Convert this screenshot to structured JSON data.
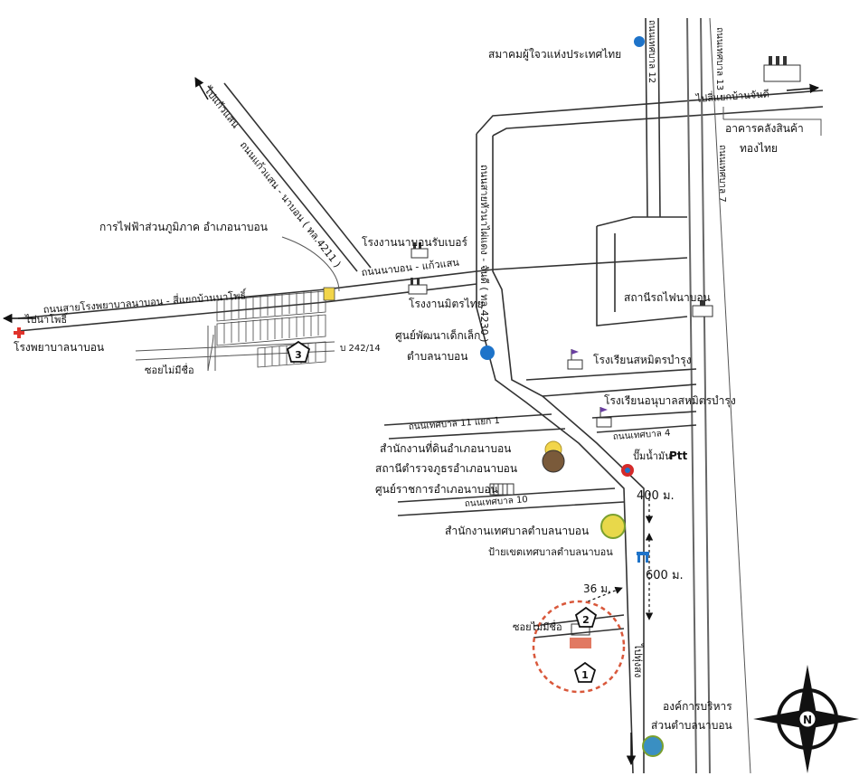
{
  "colors": {
    "road": "#333333",
    "railway": "#666666",
    "highlight_circle": "#d9583b",
    "hospital_cross": "#e0332b",
    "pin_blue": "#1e73c9",
    "ptt_red": "#d42a2a",
    "seal_yellow": "#e8d84a",
    "seal_green": "#7aa02f"
  },
  "roads": {
    "highway_4230": "ถนนสายหัวนาไผ่แดง - จันดี ( ทล.4230 )",
    "nabon_kaewsaen": "ถนนนาบอน - แก้วแสน",
    "kaewsaen_nabon_4211": "ถนนแก้วแสน - นาบอน ( ทล.4211 )",
    "hospital_road": "ถนนสายโรงพยาบาลนาบอน - สี่แยกบ้านนาโพธิ์",
    "muni11_branch1": "ถนนเทศบาล 11 แยก 1",
    "muni10": "ถนนเทศบาล 10",
    "muni4": "ถนนเทศบาล 4",
    "muni12": "ถนนเทศบาล 12",
    "muni13": "ถนนเทศบาล 13",
    "muni7": "ถนนเทศบาล 7",
    "alley_unnamed_1": "ซอยไม่มีชื่อ",
    "alley_unnamed_2": "ซอยไม่มีชื่อ"
  },
  "directions": {
    "to_kaewsaen": "ไปแก้วแสน",
    "to_napho": "ไปนาโพธิ์",
    "to_chandi": "ไปสี่แยกบ้านจันดี",
    "to_thungsong": "ไปทุ่งสง"
  },
  "places": {
    "rubber_assoc": "สมาคมผู้ใจวแห่งประเทศไทย",
    "warehouse_line1": "อาคารคลังสินค้า",
    "warehouse_line2": "ทองไทย",
    "electricity": "การไฟฟ้าส่วนภูมิภาค อำเภอนาบอน",
    "rubber_factory": "โรงงานนาบอนรับเบอร์",
    "mitrthai_factory": "โรงงานมิตรไทย",
    "child_center_line1": "ศูนย์พัฒนาเด็กเล็ก",
    "child_center_line2": "ตำบลนาบอน",
    "train_station": "สถานีรถไฟนาบอน",
    "school_sahamit": "โรงเรียนสหมิตรบำรุง",
    "kindergarten_sahamit": "โรงเรียนอนุบาลสหมิตรบำรุง",
    "land_office": "สำนักงานที่ดินอำเภอนาบอน",
    "police_station": "สถานีตำรวจภูธรอำเภอนาบอน",
    "district_center": "ศูนย์ราชการอำเภอนาบอน",
    "ptt_station": "ปั๊มน้ำมัน",
    "ptt_brand": "Ptt",
    "municipal_office": "สำนักงานเทศบาลตำบลนาบอน",
    "municipal_sign": "ป้ายเขตเทศบาลตำบลนาบอน",
    "hospital": "โรงพยาบาลนาบอน",
    "tao_line1": "องค์การบริหาร",
    "tao_line2": "ส่วนตำบลนาบอน",
    "address_242": "บ 242/14"
  },
  "distances": {
    "d400": "400 ม.",
    "d600": "600 ม.",
    "d36": "36 ม."
  },
  "markers": {
    "m1": "1",
    "m2": "2",
    "m3": "3"
  },
  "compass": {
    "north": "N"
  }
}
